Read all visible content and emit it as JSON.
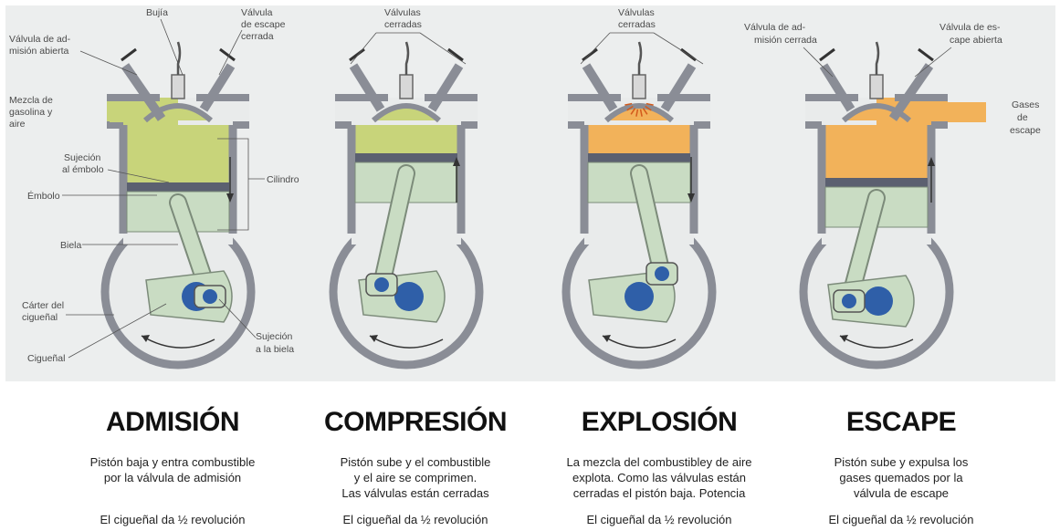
{
  "colors": {
    "wall": "#8a8d96",
    "mixture": "#c8d47a",
    "burn": "#f2b25a",
    "piston": "#c9dcc3",
    "shaft": "#2f5fa8",
    "panel": "#e9ebeb"
  },
  "labels": {
    "bujia": "Bujía",
    "valvula_escape_cerrada": [
      "Válvula",
      "de escape",
      "cerrada"
    ],
    "valvula_admision_abierta": [
      "Válvula de ad-",
      "misión abierta"
    ],
    "mezcla": [
      "Mezcla de",
      "gasolina y",
      "aire"
    ],
    "sujecion_embolo": [
      "Sujeción",
      "al émbolo"
    ],
    "embolo": "Émbolo",
    "cilindro": "Cilindro",
    "biela": "Biela",
    "carter": [
      "Cárter del",
      "cigueñal"
    ],
    "cigueñal": "Cigueñal",
    "sujecion_biela": [
      "Sujeción",
      "a la biela"
    ],
    "valvulas_cerradas": [
      "Válvulas",
      "cerradas"
    ],
    "valvula_admision_cerrada": [
      "Válvula de ad-",
      "misión cerrada"
    ],
    "valvula_escape_abierta": [
      "Válvula de es-",
      "cape abierta"
    ],
    "gases_escape": [
      "Gases",
      "de",
      "escape"
    ]
  },
  "stages": [
    {
      "title": "ADMISIÓN",
      "description": [
        "Pistón baja y entra combustible",
        "por la válvula de admisión"
      ],
      "revolution": "El cigueñal da ½ revolución"
    },
    {
      "title": "COMPRESIÓN",
      "description": [
        "Pistón sube y el combustible",
        "y el aire se comprimen.",
        "Las válvulas  están cerradas"
      ],
      "revolution": "El cigueñal da ½ revolución"
    },
    {
      "title": "EXPLOSIÓN",
      "description": [
        "La mezcla del combustibley de aire",
        "explota. Como las  válvulas  están",
        "cerradas el pistón baja. Potencia"
      ],
      "revolution": "El cigueñal da ½ revolución"
    },
    {
      "title": "ESCAPE",
      "description": [
        "Pistón sube y expulsa los",
        "gases quemados por la",
        "válvula de escape"
      ],
      "revolution": "El cigueñal da ½ revolución"
    }
  ]
}
